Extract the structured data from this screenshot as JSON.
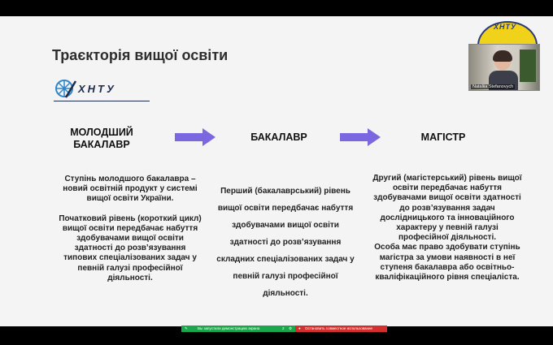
{
  "slide": {
    "title": "Траєкторія вищої освіти",
    "logo_text": "ХНТУ",
    "emblem_text": "ХНТУ"
  },
  "columns": [
    {
      "header_line1": "МОЛОДШИЙ",
      "header_line2": "БАКАЛАВР",
      "paragraph1": "Ступінь молодшого бакалавра – новий освітній продукт у системі вищої освіти України.",
      "paragraph2": "Початковий рівень (короткий цикл) вищої освіти передбачає набуття здобувачами вищої освіти здатності до розв’язування типових спеціалізованих задач у певній галузі професійної діяльності."
    },
    {
      "header": "БАКАЛАВР",
      "paragraph1": "Перший (бакалаврський) рівень вищої освіти передбачає набуття здобувачами вищої освіти здатності до розв’язування складних спеціалізованих задач у певній галузі професійної діяльності."
    },
    {
      "header": "МАГІСТР",
      "paragraph1": "Другий (магістерський) рівень вищої освіти передбачає набуття здобувачами вищої освіти здатності до розв’язування задач дослідницького та інноваційного характеру у певній галузі професійної діяльності.",
      "paragraph2": "Особа має право здобувати ступінь магістра за умови наявності в неї ступеня бакалавра або освітньо-кваліфікаційного рівня спеціаліста."
    }
  ],
  "webcam": {
    "name": "Nataliia Stefanovych"
  },
  "sharebar": {
    "sharing_text": "Вы запустили демонстрацию экрана",
    "counter": "2",
    "stop_label": "Остановить совместное использование"
  },
  "colors": {
    "arrow": "#7b67e0",
    "slide_bg": "#f4f4f4",
    "share_green": "#1aa64a",
    "share_red": "#d32f2f"
  }
}
